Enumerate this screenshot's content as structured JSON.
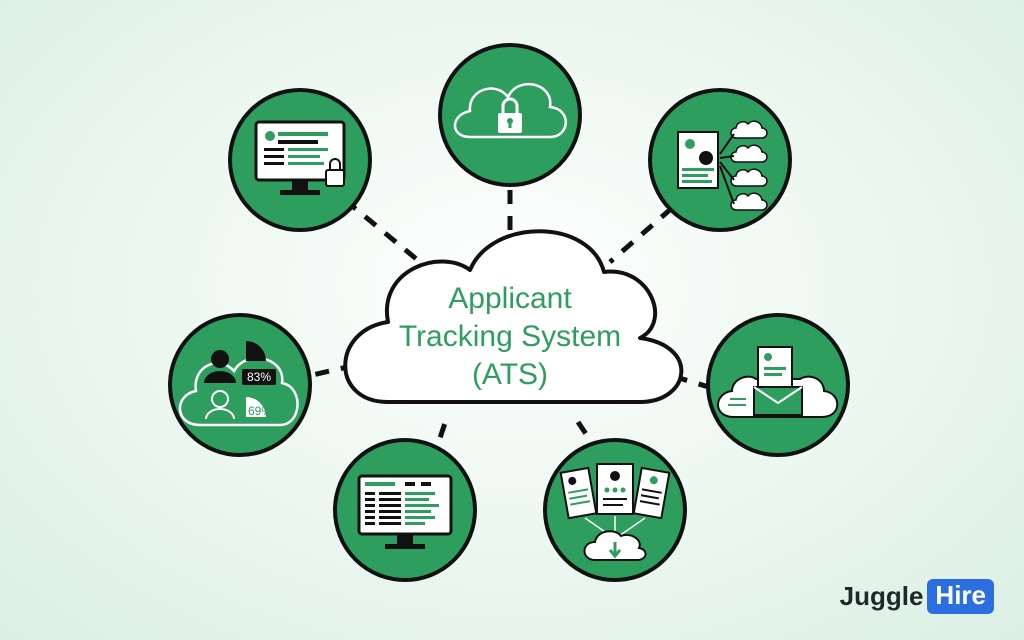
{
  "diagram": {
    "center_lines": [
      "Applicant",
      "Tracking System",
      "(ATS)"
    ],
    "nodes": [
      {
        "id": "secure-desktop",
        "icon": "monitor-lock-icon"
      },
      {
        "id": "cloud-security",
        "icon": "cloud-lock-icon"
      },
      {
        "id": "resume-cloud-sync",
        "icon": "document-cloud-sync-icon"
      },
      {
        "id": "candidate-match",
        "icon": "candidate-match-icon",
        "percentages": [
          "83%",
          "69%"
        ]
      },
      {
        "id": "email-inbox",
        "icon": "cloud-email-icon"
      },
      {
        "id": "applicant-list",
        "icon": "monitor-list-icon"
      },
      {
        "id": "resume-download",
        "icon": "resumes-download-icon"
      }
    ]
  },
  "brand": {
    "part1": "Juggle",
    "part2": "Hire"
  },
  "colors": {
    "node_fill": "#2e9e5f",
    "node_stroke": "#111111",
    "title": "#2e9e5f",
    "brand_blue": "#2b6ee0"
  }
}
